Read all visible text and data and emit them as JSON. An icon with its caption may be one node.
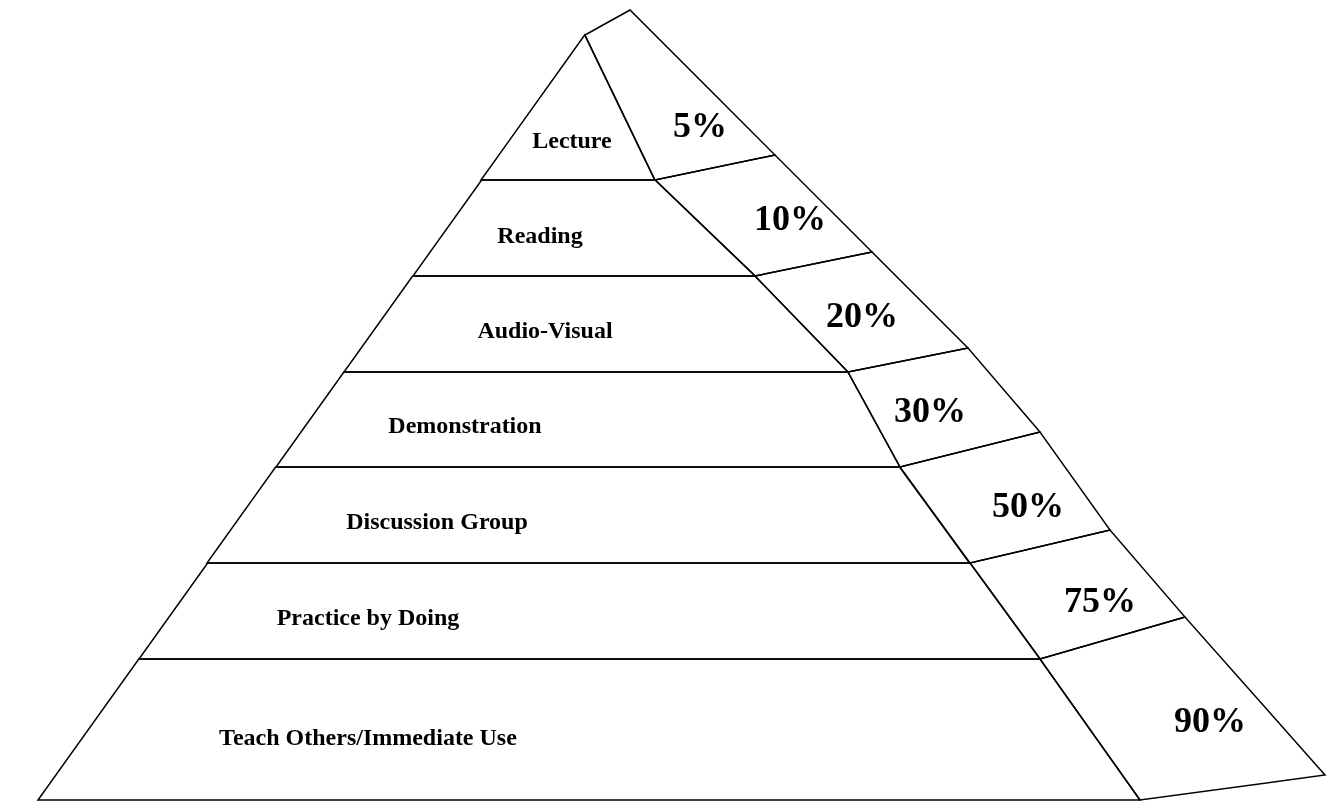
{
  "diagram": {
    "nodes": [
      {
        "text": [
          "Lecture"
        ]
      },
      {
        "text": [
          "Reading"
        ]
      },
      {
        "text": [
          "Audio-Visual"
        ]
      },
      {
        "text": [
          "Demonstration"
        ]
      },
      {
        "text": [
          "Discussion Group"
        ]
      },
      {
        "text": [
          "Practice by Doing"
        ]
      },
      {
        "text": [
          "Teach Others/Immediate Use"
        ]
      },
      {
        "text": [
          "5%"
        ]
      },
      {
        "text": [
          "10%"
        ]
      },
      {
        "text": [
          "20%"
        ]
      },
      {
        "text": [
          "30%"
        ]
      },
      {
        "text": [
          "50%"
        ]
      },
      {
        "text": [
          "75%"
        ]
      },
      {
        "text": [
          "90%"
        ]
      }
    ]
  }
}
